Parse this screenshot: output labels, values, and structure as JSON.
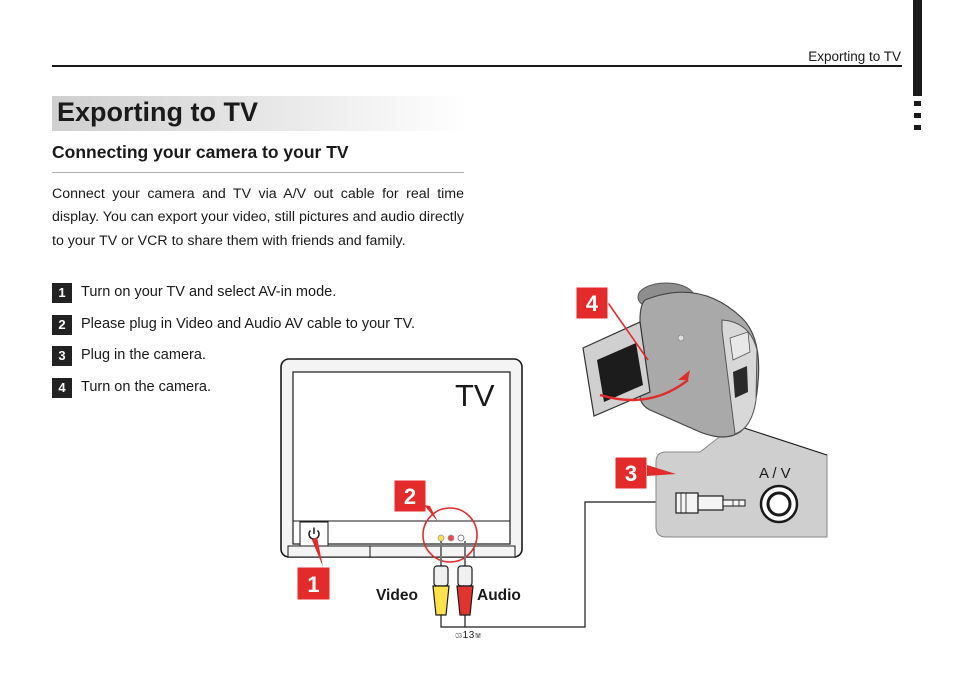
{
  "header": {
    "running_title": "Exporting to TV"
  },
  "page": {
    "title": "Exporting to TV",
    "section_heading": "Connecting your camera to your TV",
    "intro": "Connect your camera and TV via A/V out cable for real time display. You can export your video, still pictures and audio directly to your TV or VCR to share them with friends and family.",
    "steps": [
      {
        "num": "1",
        "text": "Turn on your TV and select AV-in mode."
      },
      {
        "num": "2",
        "text": "Please plug in Video and Audio AV cable to your TV."
      },
      {
        "num": "3",
        "text": "Plug in the camera."
      },
      {
        "num": "4",
        "text": "Turn on the camera."
      }
    ],
    "page_number": "ශ13ෂ"
  },
  "diagram": {
    "tv_label": "TV",
    "av_label": "A / V",
    "video_label": "Video",
    "audio_label": "Audio",
    "callouts": [
      "1",
      "2",
      "3",
      "4"
    ],
    "callout_color": "#e32b2b"
  }
}
